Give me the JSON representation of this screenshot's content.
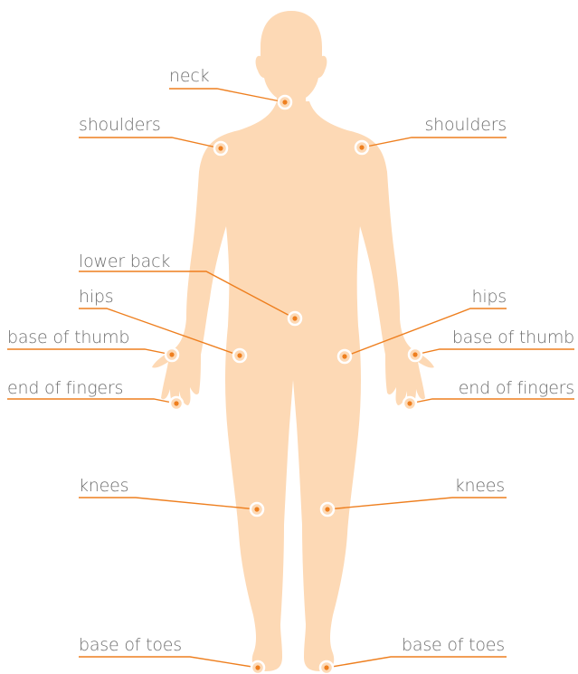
{
  "colors": {
    "body": "#FDD9B5",
    "leader": "#EE7F1F",
    "marker": "#EE7F1F",
    "text": "#6F6F6F"
  },
  "labels": {
    "neck": "neck",
    "shoulders_left": "shoulders",
    "shoulders_right": "shoulders",
    "lower_back": "lower back",
    "hips_left": "hips",
    "hips_right": "hips",
    "base_of_thumb_left": "base of thumb",
    "base_of_thumb_right": "base of thumb",
    "end_of_fingers_left": "end of fingers",
    "end_of_fingers_right": "end of fingers",
    "knees_left": "knees",
    "knees_right": "knees",
    "base_of_toes_left": "base of toes",
    "base_of_toes_right": "base of toes"
  }
}
